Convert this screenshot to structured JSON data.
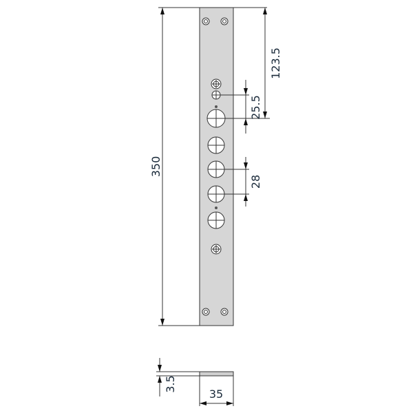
{
  "dimensions": {
    "total_length": "350",
    "top_to_hole": "123.5",
    "hole_offset": "25.5",
    "hole_pitch": "28",
    "thickness": "3.5",
    "width": "35"
  },
  "colors": {
    "plate": "#d6d6d6",
    "line": "#333333"
  }
}
